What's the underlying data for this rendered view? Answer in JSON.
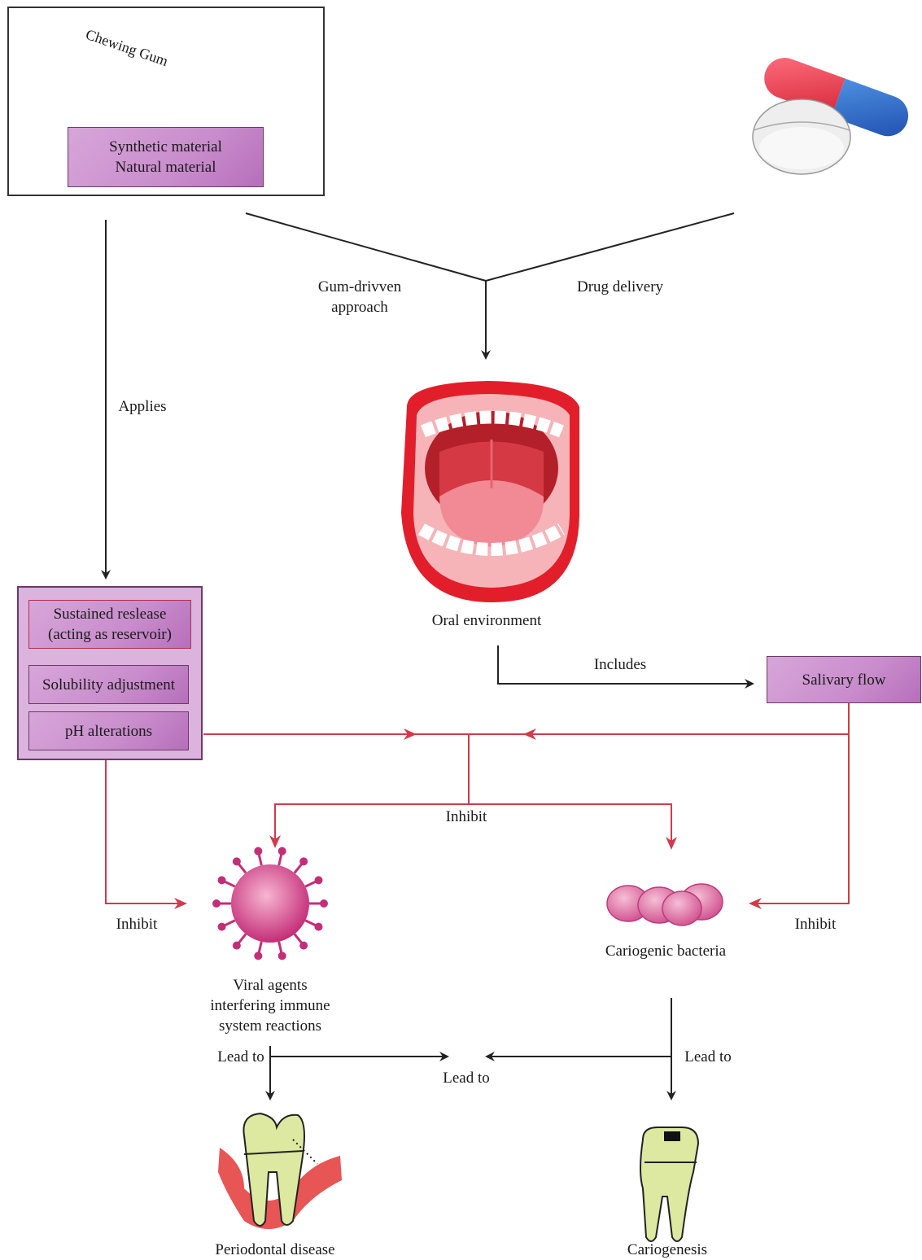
{
  "gum": {
    "wrapper_text": "Chewing Gum",
    "materials": [
      "Synthetic material",
      "Natural material"
    ]
  },
  "paths": {
    "gum_driven": [
      "Gum-drivven",
      "approach"
    ],
    "drug_delivery": "Drug delivery",
    "applies": "Applies"
  },
  "oral": {
    "label": "Oral environment",
    "includes": "Includes"
  },
  "mechanisms": [
    [
      "Sustained reslease",
      "(acting as reservoir)"
    ],
    [
      "Solubility adjustment"
    ],
    [
      "pH alterations"
    ]
  ],
  "salivary": "Salivary flow",
  "inhibit": {
    "center": "Inhibit",
    "left": "Inhibit",
    "right": "Inhibit"
  },
  "viral": [
    "Viral agents",
    "interfering immune",
    "system reactions"
  ],
  "bacteria": "Cariogenic bacteria",
  "lead_to": {
    "left": "Lead to",
    "center": "Lead to",
    "right": "Lead to"
  },
  "outcomes": {
    "periodontal": "Periodontal disease",
    "cariogenesis": "Cariogenesis"
  },
  "colors": {
    "red_arrow": "#d23a4a",
    "black_arrow": "#222222",
    "box_pink": "#c98ccc",
    "tooth": "#dde8a0"
  }
}
